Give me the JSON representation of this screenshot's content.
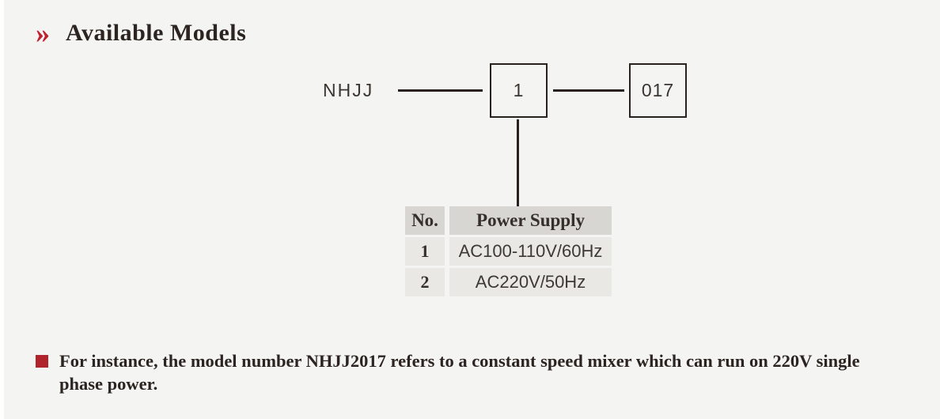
{
  "page": {
    "background_color": "#f4f4f2",
    "accent_red": "#c2202e",
    "bullet_red": "#b0232a"
  },
  "header": {
    "chevron_icon": "»",
    "title": "Available Models"
  },
  "diagram": {
    "prefix_label": "NHJJ",
    "digit_box_value": "1",
    "suffix_box_value": "017"
  },
  "table": {
    "headers": [
      "No.",
      "Power Supply"
    ],
    "rows": [
      [
        "1",
        "AC100-110V/60Hz"
      ],
      [
        "2",
        "AC220V/50Hz"
      ]
    ]
  },
  "note": {
    "text": "For instance, the model number NHJJ2017 refers to a constant speed mixer which can run on 220V single phase power."
  }
}
